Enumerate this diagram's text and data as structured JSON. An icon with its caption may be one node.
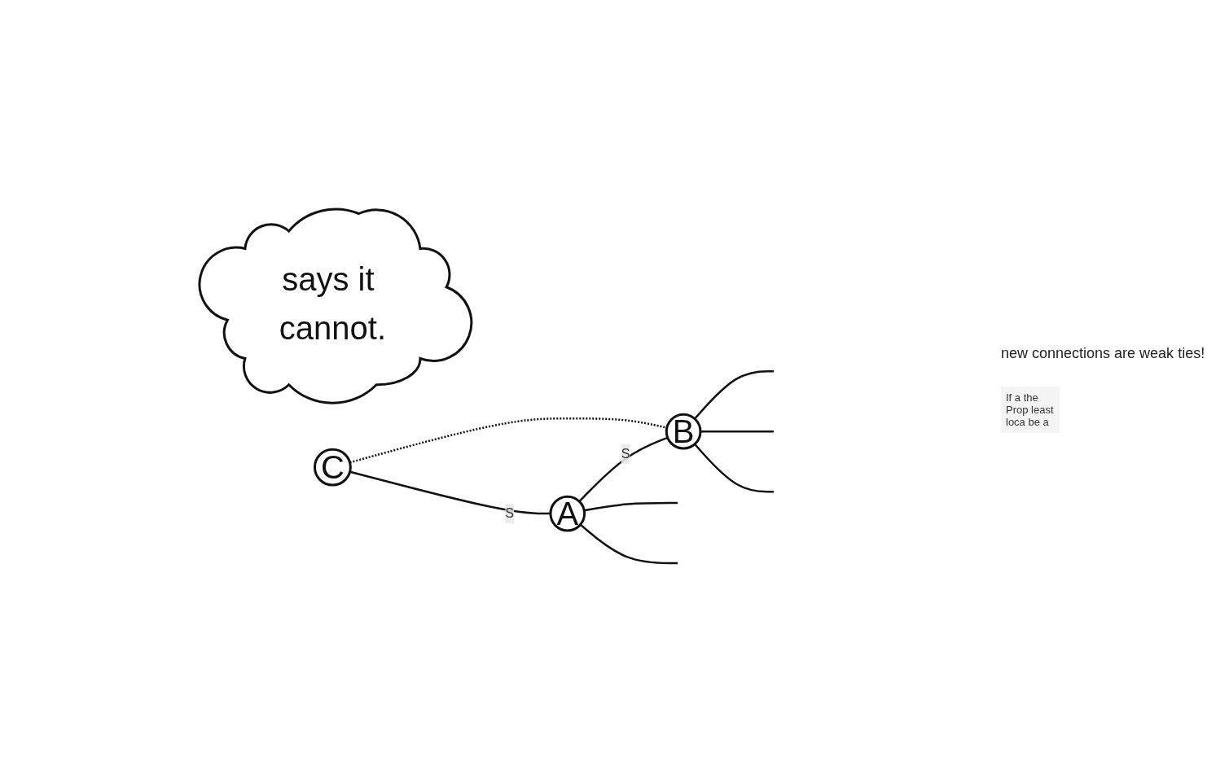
{
  "diagram": {
    "nodes": [
      {
        "text": [
          "says it cannot."
        ]
      },
      {
        "text": [
          "C"
        ]
      },
      {
        "text": [
          "A"
        ]
      },
      {
        "text": [
          "B"
        ]
      }
    ],
    "edges": [
      {
        "from": 1,
        "to": 2,
        "label": "S",
        "arrow": "none"
      },
      {
        "from": 2,
        "to": 3,
        "label": "S",
        "arrow": "none"
      },
      {
        "from": 1,
        "to": 3,
        "arrow": "none",
        "style": "dashed"
      },
      {
        "from": 2,
        "to": null,
        "arrow": "none"
      },
      {
        "from": 2,
        "to": null,
        "arrow": "none"
      },
      {
        "from": 3,
        "to": null,
        "arrow": "none"
      },
      {
        "from": 3,
        "to": null,
        "arrow": "none"
      },
      {
        "from": 3,
        "to": null,
        "arrow": "none"
      }
    ],
    "labels": [
      "new connections are weak ties!",
      "If a the Prop least loca be a"
    ]
  }
}
